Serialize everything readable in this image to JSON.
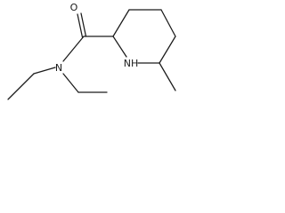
{
  "molecule": {
    "atoms": {
      "oxygen": "O",
      "amide_nitrogen": "N",
      "ring_nitrogen": "NH"
    }
  }
}
